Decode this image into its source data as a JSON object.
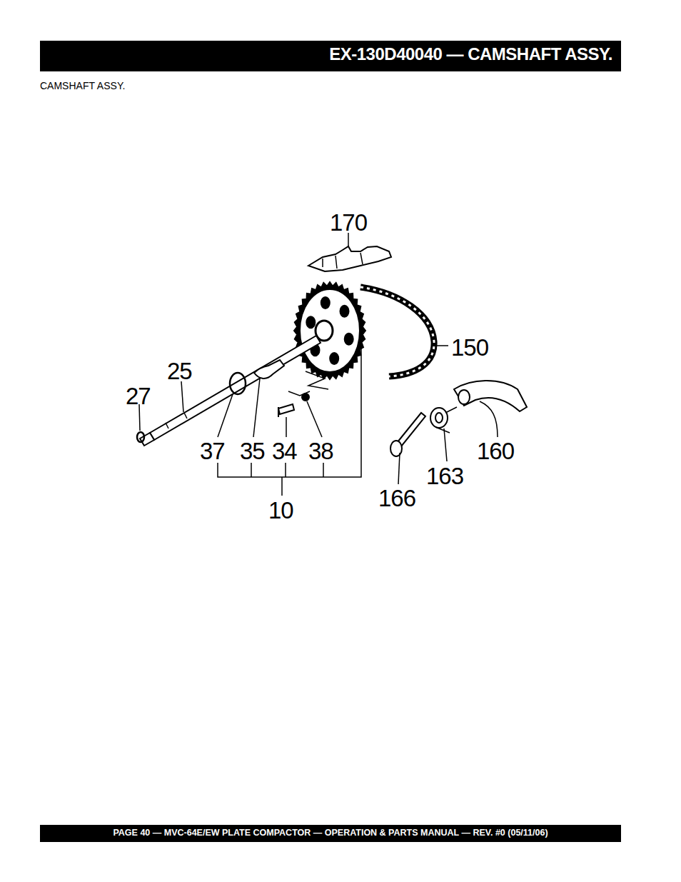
{
  "diagram": {
    "title": "EX-130D40040 — CAMSHAFT ASSY.",
    "caption": "CAMSHAFT ASSY.",
    "labels": [
      "170",
      "150",
      "25",
      "27",
      "37",
      "35",
      "34",
      "38",
      "10",
      "166",
      "163",
      "160",
      "PAGE 40 — MVC-64E/EW PLATE COMPACTOR — OPERATION & PARTS MANUAL — REV. #0 (05/11/06)"
    ]
  }
}
